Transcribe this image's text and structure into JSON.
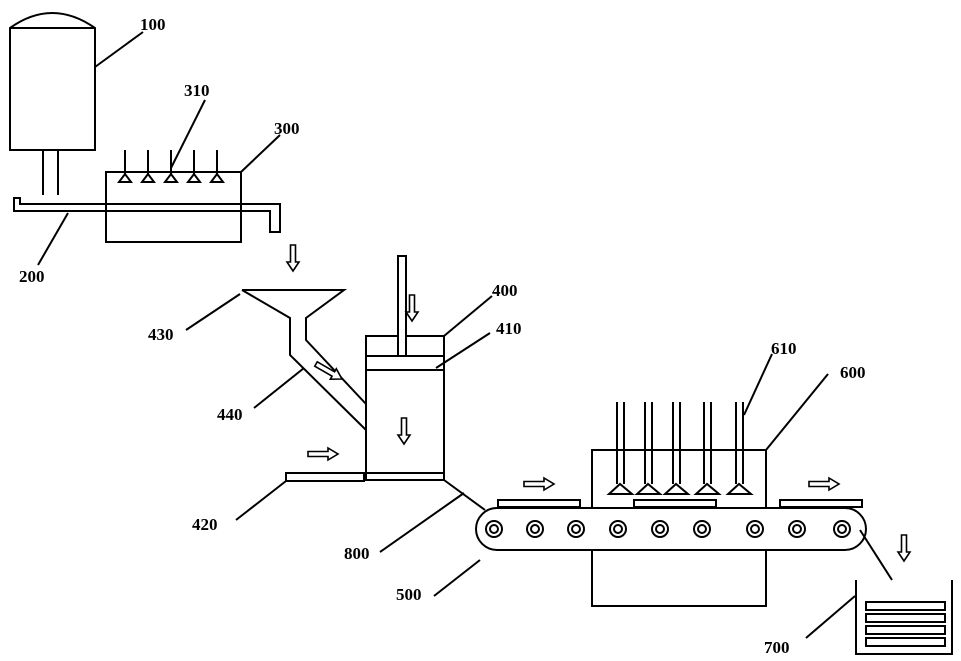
{
  "labels": {
    "l100": "100",
    "l200": "200",
    "l300": "300",
    "l310": "310",
    "l400": "400",
    "l410": "410",
    "l420": "420",
    "l430": "430",
    "l440": "440",
    "l500": "500",
    "l600": "600",
    "l610": "610",
    "l700": "700",
    "l800": "800"
  }
}
